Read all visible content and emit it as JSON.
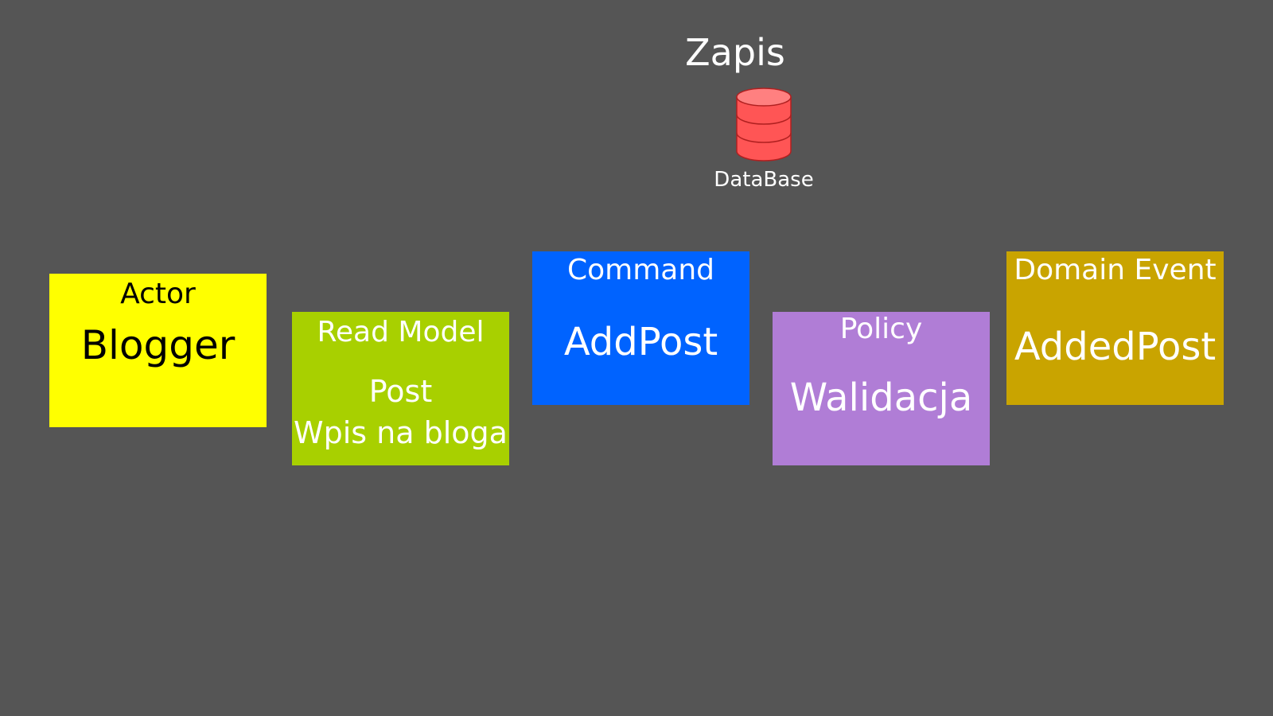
{
  "title": "Zapis",
  "database": {
    "label": "DataBase",
    "icon": "database-icon",
    "color": "#ff5555"
  },
  "cards": {
    "actor": {
      "label": "Actor",
      "value": "Blogger",
      "color": "#ffff00"
    },
    "read_model": {
      "label": "Read Model",
      "line1": "Post",
      "line2": "Wpis na bloga",
      "color": "#a8d000"
    },
    "command": {
      "label": "Command",
      "value": "AddPost",
      "color": "#0063ff"
    },
    "policy": {
      "label": "Policy",
      "value": "Walidacja",
      "color": "#b07dd6"
    },
    "domain_event": {
      "label": "Domain Event",
      "value": "AddedPost",
      "color": "#c9a400"
    }
  },
  "background_color": "#555555"
}
